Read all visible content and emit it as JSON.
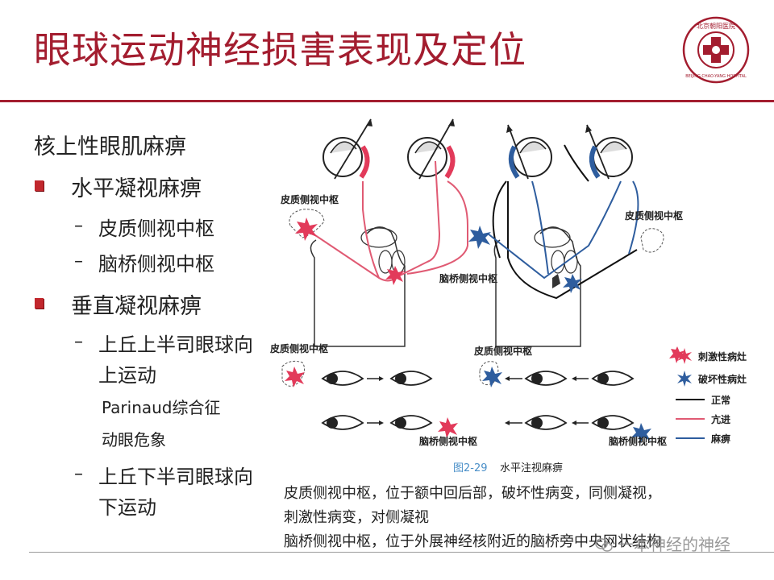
{
  "slide": {
    "title": "眼球运动神经损害表现及定位",
    "logo": {
      "icon": "hospital-seal-logo",
      "text_top": "北京朝阳医院",
      "text_bottom": "BEIJING CHAO-YANG HOSPITAL"
    }
  },
  "outline": {
    "heading": "核上性眼肌麻痹",
    "sections": [
      {
        "label": "水平凝视麻痹",
        "items": [
          "皮质侧视中枢",
          "脑桥侧视中枢"
        ]
      },
      {
        "label": "垂直凝视麻痹",
        "items": [
          {
            "line1": "上丘上半司眼球向",
            "line2": "上运动"
          },
          {
            "line1": "上丘下半司眼球向",
            "line2": "下运动"
          }
        ],
        "subitems": [
          "Parinaud综合征",
          "动眼危象"
        ]
      }
    ],
    "dash": "–"
  },
  "figure": {
    "labels": {
      "cortex_left_top": "皮质侧视中枢",
      "cortex_right_top": "皮质侧视中枢",
      "pons_top": "脑桥侧视中枢",
      "cortex_left_mid": "皮质侧视中枢",
      "cortex_mid": "皮质侧视中枢",
      "pons_bottom_left": "脑桥侧视中枢",
      "pons_bottom_right": "脑桥侧视中枢"
    },
    "legend": [
      {
        "label": "刺激性病灶",
        "color": "#e23a5a",
        "icon": "starburst-icon"
      },
      {
        "label": "破坏性病灶",
        "color": "#2e5d9e",
        "icon": "starburst-icon"
      },
      {
        "label": "正常",
        "color": "#111111",
        "icon": "line-icon"
      },
      {
        "label": "亢进",
        "color": "#e05a73",
        "icon": "line-icon"
      },
      {
        "label": "麻痹",
        "color": "#2e5d9e",
        "icon": "line-icon"
      }
    ],
    "caption_num": "图2-29",
    "caption_text": "水平注视麻痹"
  },
  "notes": [
    "皮质侧视中枢，位于额中回后部，破坏性病变，同侧凝视，",
    "刺激性病变，对侧凝视",
    "脑桥侧视中枢，位于外展神经核附近的脑桥旁中央网状结构"
  ],
  "watermark": "一本神经的神经",
  "colors": {
    "accent": "#a31d2f",
    "bullet": "#c1272d",
    "stimulus": "#e23a5a",
    "destruct": "#2e5d9e"
  }
}
